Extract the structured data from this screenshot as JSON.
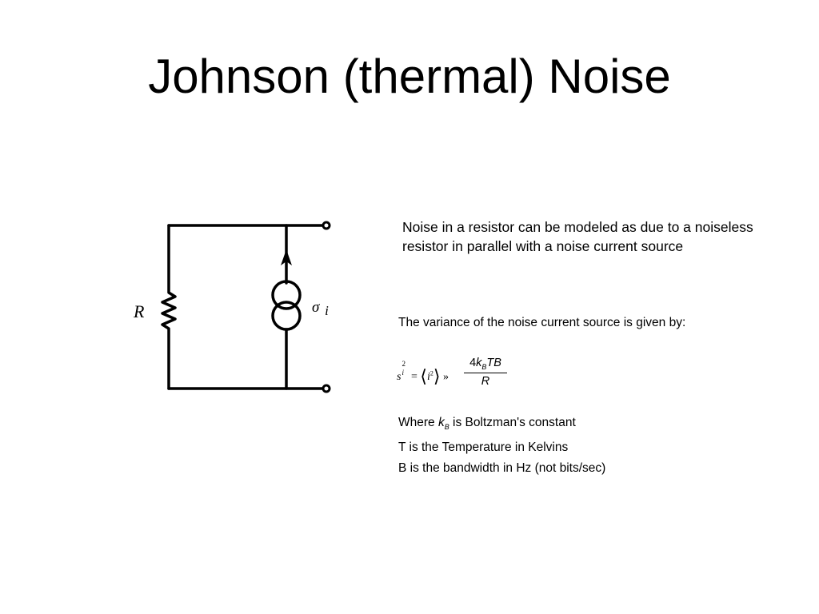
{
  "slide": {
    "title": "Johnson (thermal) Noise",
    "circuit": {
      "resistor_label": "R",
      "source_label_symbol": "σ",
      "source_label_subscript": "i"
    },
    "intro_text": "Noise in a resistor can be modeled as due to a noiseless resistor in parallel with a noise current source",
    "variance_text": "The variance of the noise current source is given by:",
    "equation": {
      "lhs_symbol": "s",
      "lhs_superscript": "2",
      "lhs_subscript": "i",
      "equals": "=",
      "angle_open": "⟨",
      "mean_symbol": "i",
      "mean_superscript": "2",
      "angle_close": "⟩",
      "approx": "»",
      "numerator_coeff": "4",
      "numerator_k": "k",
      "numerator_k_subscript": "B",
      "numerator_rest": "TB",
      "denominator": "R"
    },
    "notes": {
      "line1_prefix": "Where ",
      "line1_k": "k",
      "line1_k_subscript": "B",
      "line1_suffix": " is Boltzman's constant",
      "line2": "T is the Temperature in Kelvins",
      "line3": "B is the bandwidth in Hz (not bits/sec)"
    }
  }
}
